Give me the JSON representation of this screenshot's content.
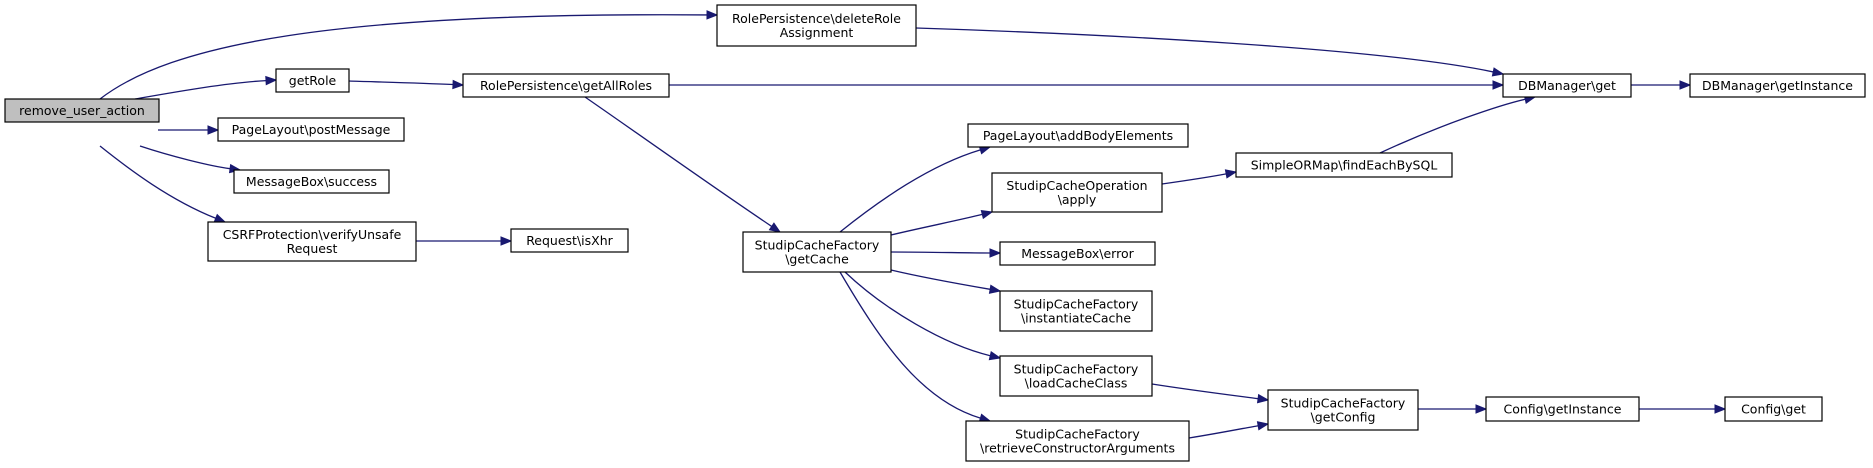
{
  "nodes": {
    "remove_user_action": {
      "lines": [
        "remove_user_action"
      ]
    },
    "getRole": {
      "lines": [
        "getRole"
      ]
    },
    "postMessage": {
      "lines": [
        "PageLayout\\postMessage"
      ]
    },
    "success": {
      "lines": [
        "MessageBox\\success"
      ]
    },
    "verifyUnsafe": {
      "lines": [
        "CSRFProtection\\verifyUnsafe",
        "Request"
      ]
    },
    "isXhr": {
      "lines": [
        "Request\\isXhr"
      ]
    },
    "deleteRole": {
      "lines": [
        "RolePersistence\\deleteRole",
        "Assignment"
      ]
    },
    "getAllRoles": {
      "lines": [
        "RolePersistence\\getAllRoles"
      ]
    },
    "dbget": {
      "lines": [
        "DBManager\\get"
      ]
    },
    "dbgetInstance": {
      "lines": [
        "DBManager\\getInstance"
      ]
    },
    "getCache": {
      "lines": [
        "StudipCacheFactory",
        "\\getCache"
      ]
    },
    "addBody": {
      "lines": [
        "PageLayout\\addBodyElements"
      ]
    },
    "apply": {
      "lines": [
        "StudipCacheOperation",
        "\\apply"
      ]
    },
    "findEach": {
      "lines": [
        "SimpleORMap\\findEachBySQL"
      ]
    },
    "error": {
      "lines": [
        "MessageBox\\error"
      ]
    },
    "instantiate": {
      "lines": [
        "StudipCacheFactory",
        "\\instantiateCache"
      ]
    },
    "loadCache": {
      "lines": [
        "StudipCacheFactory",
        "\\loadCacheClass"
      ]
    },
    "retrieve": {
      "lines": [
        "StudipCacheFactory",
        "\\retrieveConstructorArguments"
      ]
    },
    "getConfig": {
      "lines": [
        "StudipCacheFactory",
        "\\getConfig"
      ]
    },
    "configGetInstance": {
      "lines": [
        "Config\\getInstance"
      ]
    },
    "configGet": {
      "lines": [
        "Config\\get"
      ]
    }
  },
  "edges": [
    [
      "remove_user_action",
      "deleteRole"
    ],
    [
      "remove_user_action",
      "getRole"
    ],
    [
      "remove_user_action",
      "postMessage"
    ],
    [
      "remove_user_action",
      "success"
    ],
    [
      "remove_user_action",
      "verifyUnsafe"
    ],
    [
      "getRole",
      "getAllRoles"
    ],
    [
      "deleteRole",
      "dbget"
    ],
    [
      "getAllRoles",
      "dbget"
    ],
    [
      "getAllRoles",
      "getCache"
    ],
    [
      "dbget",
      "dbgetInstance"
    ],
    [
      "verifyUnsafe",
      "isXhr"
    ],
    [
      "getCache",
      "addBody"
    ],
    [
      "getCache",
      "apply"
    ],
    [
      "getCache",
      "error"
    ],
    [
      "getCache",
      "instantiate"
    ],
    [
      "getCache",
      "loadCache"
    ],
    [
      "getCache",
      "retrieve"
    ],
    [
      "apply",
      "findEach"
    ],
    [
      "findEach",
      "dbget"
    ],
    [
      "loadCache",
      "getConfig"
    ],
    [
      "retrieve",
      "getConfig"
    ],
    [
      "getConfig",
      "configGetInstance"
    ],
    [
      "configGetInstance",
      "configGet"
    ]
  ],
  "colors": {
    "edge": "#191970",
    "root_fill": "#bfbfbf",
    "node_fill": "#ffffff",
    "node_stroke": "#000000"
  }
}
